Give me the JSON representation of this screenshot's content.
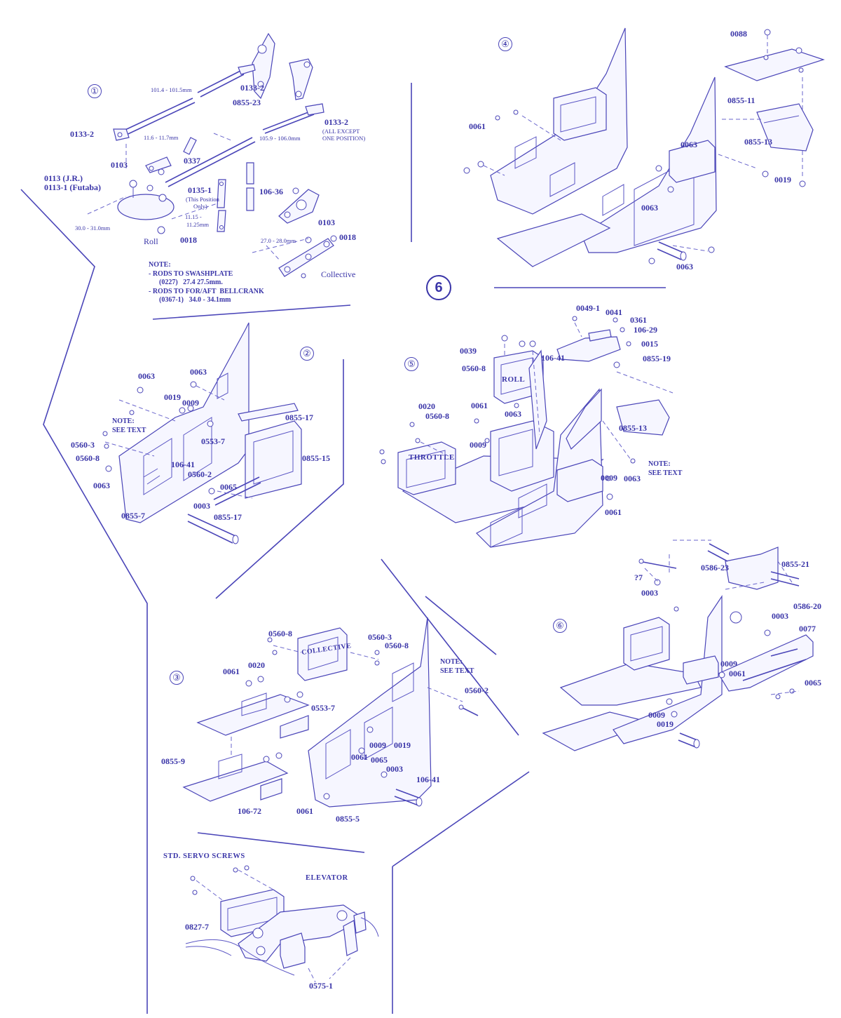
{
  "page_number": "6",
  "steps": {
    "s1": {
      "number": "①",
      "labels": {
        "l1": "0133-2",
        "l2": "0855-23",
        "l3": "0133-2",
        "l4": "0133-2",
        "l5": "0103",
        "l6": "0113 (J.R.)",
        "l7": "0113-1 (Futaba)",
        "l8": "0337",
        "l9": "0135-1",
        "l10": "106-36",
        "l11": "0103",
        "l12": "0018",
        "l13": "0018"
      },
      "small": {
        "m1": "101.4 - 101.5mm",
        "m2": "(ALL EXCEPT",
        "m3": "ONE POSITION)",
        "m4": "11.6 - 11.7mm",
        "m5": "105.9 - 106.0mm",
        "m6": "(This Position",
        "m7": "Only)",
        "m8": "11.15 -",
        "m9": "11.25mm",
        "m10": "30.0 - 31.0mm",
        "m11": "27.0 - 28.0mm"
      },
      "roll": "Roll",
      "collective": "Collective",
      "note": "NOTE:\n- RODS TO SWASHPLATE\n      (0227)   27.4 27.5mm.\n- RODS TO FOR/AFT  BELLCRANK\n      (0367-1)   34.0 - 34.1mm"
    },
    "s2": {
      "number": "②",
      "labels": {
        "l1": "0063",
        "l2": "0063",
        "l3": "0019",
        "l4": "0009",
        "l5": "0855-17",
        "l6": "0553-7",
        "l7": "0560-3",
        "l8": "0560-8",
        "l9": "0855-15",
        "l10": "106-41",
        "l11": "0560-2",
        "l12": "0063",
        "l13": "0065",
        "l14": "0003",
        "l15": "0855-7",
        "l16": "0855-17"
      },
      "note": "NOTE:\nSEE TEXT"
    },
    "s3": {
      "number": "③",
      "labels": {
        "l1": "0560-8",
        "l2": "0560-3",
        "l3": "0560-8",
        "l4": "0020",
        "l5": "0061",
        "l6": "0553-7",
        "l7": "0560-2",
        "l8": "0009",
        "l9": "0019",
        "l10": "0061",
        "l11": "0065",
        "l12": "0003",
        "l13": "0855-9",
        "l14": "106-41",
        "l15": "106-72",
        "l16": "0061",
        "l17": "0855-5"
      },
      "collective": "COLLECTIVE",
      "note": "NOTE:\nSEE TEXT"
    },
    "s4": {
      "number": "④",
      "labels": {
        "l1": "0088",
        "l2": "0855-11",
        "l3": "0061",
        "l4": "0063",
        "l5": "0855-13",
        "l6": "0019",
        "l7": "0063",
        "l8": "0063"
      }
    },
    "s5": {
      "number": "⑤",
      "labels": {
        "l1": "0049-1",
        "l2": "0041",
        "l3": "0361",
        "l4": "106-29",
        "l5": "0039",
        "l6": "0015",
        "l7": "106-41",
        "l8": "0855-19",
        "l9": "0560-8",
        "l10": "0020",
        "l11": "0560-8",
        "l12": "0061",
        "l13": "0063",
        "l14": "0009",
        "l15": "0855-13",
        "l16": "0009",
        "l17": "0063",
        "l18": "0061"
      },
      "roll": "ROLL",
      "throttle": "THROTTLE",
      "note": "NOTE:\nSEE TEXT"
    },
    "s6": {
      "number": "⑥",
      "labels": {
        "l1": "0586-23",
        "l2": "0855-21",
        "l3": "?7",
        "l4": "0003",
        "l5": "0586-20",
        "l6": "0003",
        "l7": "0077",
        "l8": "0009",
        "l9": "0061",
        "l10": "0065",
        "l11": "0009",
        "l12": "0019"
      }
    },
    "s7": {
      "labels": {
        "std": "STD. SERVO SCREWS",
        "elevator": "ELEVATOR",
        "l1": "0827-7",
        "l2": "0575-1"
      }
    }
  }
}
